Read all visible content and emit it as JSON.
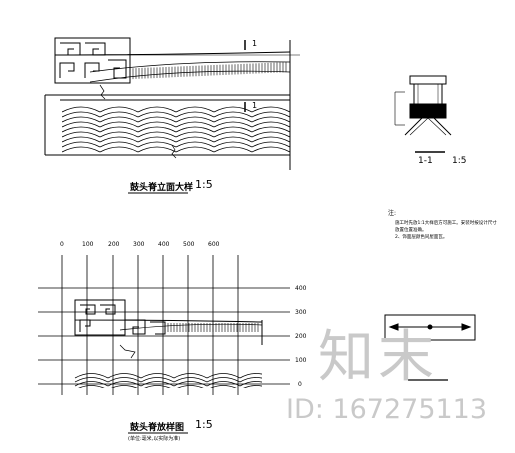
{
  "drawing": {
    "elevation_title": "鼓头脊立面大样",
    "elevation_scale": "1:5",
    "section_mark_top": "1",
    "section_mark_bottom": "1",
    "section_title": "1-1",
    "section_scale": "1:5",
    "note_heading": "注:",
    "note_line_1": "施工时先放1:1大样后方可施工。安装时按设计尺寸",
    "note_line_2": "放置位置准确。",
    "note_line_3": "2、饰面层颜色同屋面瓦。",
    "plan_title": "鼓头脊放样图",
    "plan_scale": "1:5",
    "plan_subtitle": "(单位:毫米,以实际为准)",
    "x_ticks": [
      "0",
      "100",
      "200",
      "300",
      "400",
      "500",
      "600"
    ],
    "y_ticks": [
      "400",
      "300",
      "200",
      "100",
      "0"
    ]
  },
  "watermark": {
    "brand": "知末",
    "id_text": "ID: 167275113"
  }
}
